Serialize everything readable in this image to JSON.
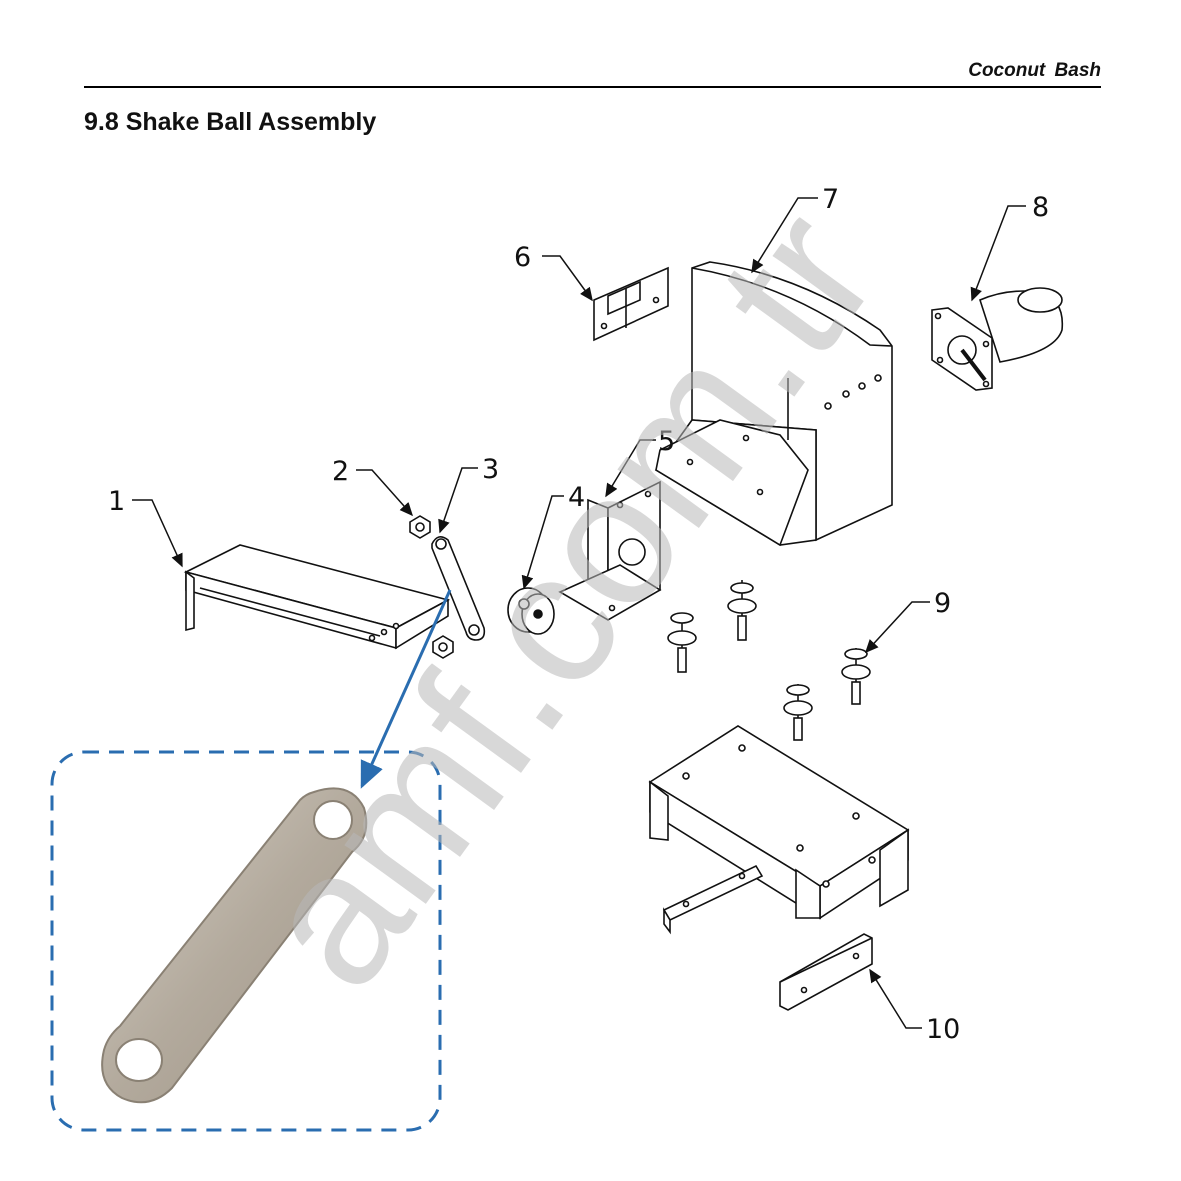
{
  "header": {
    "title": "Coconut Bash"
  },
  "section": {
    "title": "9.8 Shake Ball Assembly"
  },
  "callouts": [
    "1",
    "2",
    "3",
    "4",
    "5",
    "6",
    "7",
    "8",
    "9",
    "10"
  ],
  "watermark": "amf.com.tr",
  "colors": {
    "ink": "#111111",
    "detail_border": "#2a6db0",
    "pointer": "#2a6db0",
    "metal": "#b9b1a6",
    "watermark": "#b9b9b9"
  }
}
